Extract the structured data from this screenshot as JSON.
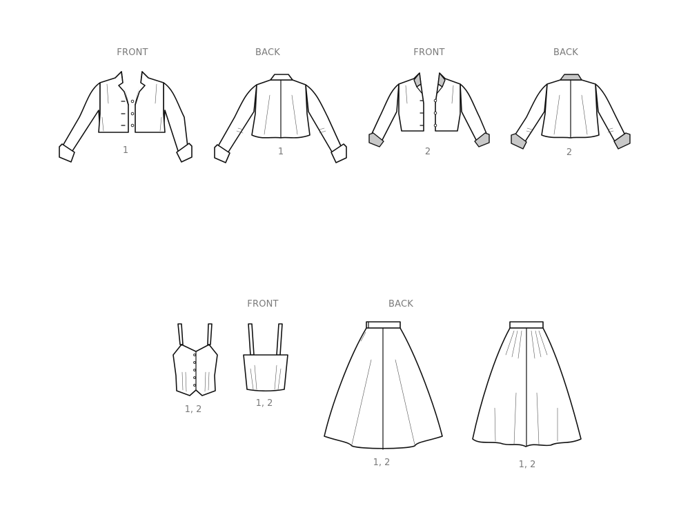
{
  "colors": {
    "label": "#7a7a7a",
    "line": "#111111",
    "contrast_fill": "#c8c8c8",
    "background": "#ffffff"
  },
  "top_row": {
    "views": [
      {
        "label": "FRONT",
        "view": "1"
      },
      {
        "label": "BACK",
        "view": "1"
      },
      {
        "label": "FRONT",
        "view": "2"
      },
      {
        "label": "BACK",
        "view": "2"
      }
    ]
  },
  "bottom_row": {
    "labels": {
      "front": "FRONT",
      "back": "BACK"
    },
    "items": [
      {
        "name": "bustier-sweetheart",
        "view": "1, 2"
      },
      {
        "name": "bustier-straight",
        "view": "1, 2"
      },
      {
        "name": "skirt-back",
        "view": "1, 2"
      },
      {
        "name": "skirt-gathered",
        "view": "1, 2"
      }
    ]
  }
}
